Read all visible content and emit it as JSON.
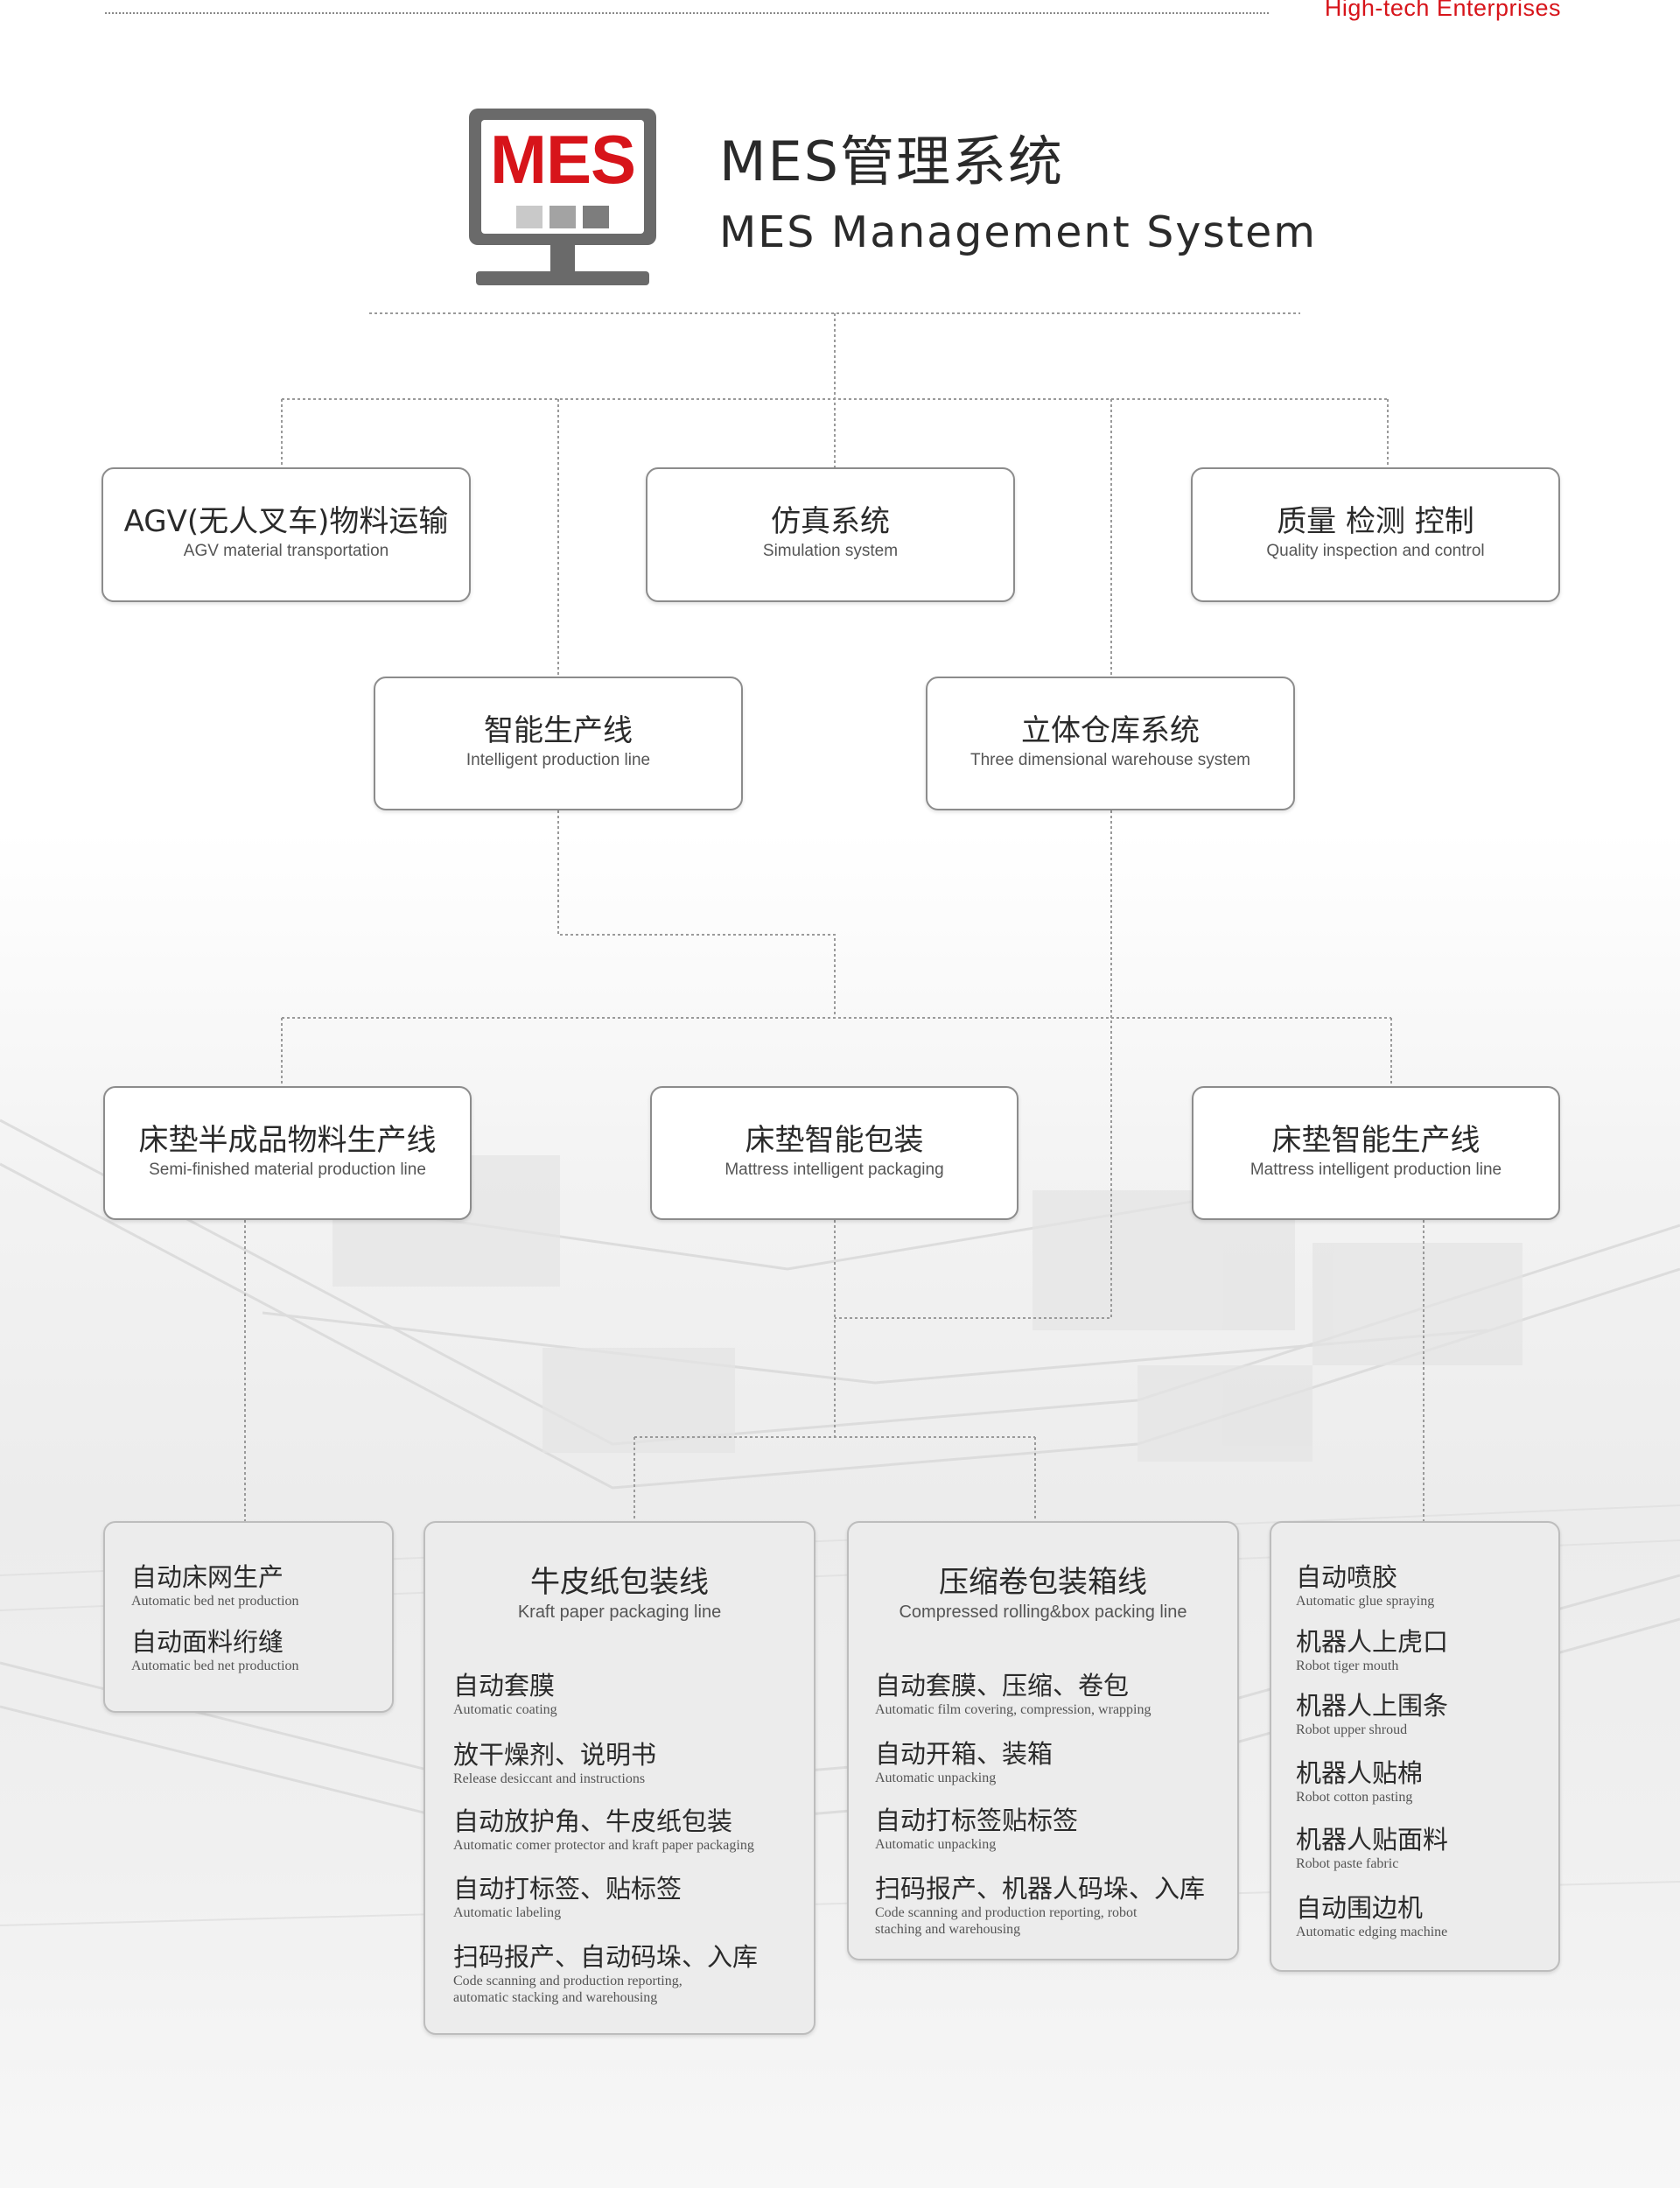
{
  "header": {
    "tagline": "High-tech  Enterprises"
  },
  "mes": {
    "logo_text": "MES",
    "title_zh": "MES管理系统",
    "title_en": "MES Management System",
    "colors": {
      "accent": "#d7141a",
      "monitor": "#6a6a6a",
      "squares": [
        "#c9c9c9",
        "#a3a3a3",
        "#7d7d7d"
      ]
    }
  },
  "tier1": {
    "agv": {
      "zh": "AGV(无人叉车)物料运输",
      "en": "AGV  material transportation"
    },
    "sim": {
      "zh": "仿真系统",
      "en": "Simulation system"
    },
    "quality": {
      "zh": "质量 检测 控制",
      "en": "Quality inspection and control"
    }
  },
  "tier2": {
    "intelligent": {
      "zh": "智能生产线",
      "en": "Intelligent production line"
    },
    "warehouse": {
      "zh": "立体仓库系统",
      "en": "Three dimensional warehouse system"
    }
  },
  "tier3": {
    "semi": {
      "zh": "床垫半成品物料生产线",
      "en": "Semi-finished material production line"
    },
    "packaging": {
      "zh": "床垫智能包装",
      "en": "Mattress intelligent packaging"
    },
    "production": {
      "zh": "床垫智能生产线",
      "en": "Mattress intelligent production line"
    }
  },
  "panels": {
    "bednet": {
      "items": [
        {
          "zh": "自动床网生产",
          "en": "Automatic bed net production"
        },
        {
          "zh": "自动面料绗缝",
          "en": "Automatic bed net production"
        }
      ]
    },
    "kraft": {
      "title_zh": "牛皮纸包装线",
      "title_en": "Kraft paper packaging line",
      "items": [
        {
          "zh": "自动套膜",
          "en": "Automatic coating"
        },
        {
          "zh": "放干燥剂、说明书",
          "en": "Release desiccant and instructions"
        },
        {
          "zh": "自动放护角、牛皮纸包装",
          "en": "Automatic comer protector and kraft paper packaging"
        },
        {
          "zh": "自动打标签、贴标签",
          "en": "Automatic labeling"
        },
        {
          "zh": "扫码报产、自动码垛、入库",
          "en": "Code scanning and production reporting,",
          "en2": "automatic stacking and warehousing"
        }
      ]
    },
    "compress": {
      "title_zh": "压缩卷包装箱线",
      "title_en": "Compressed rolling&box packing line",
      "items": [
        {
          "zh": "自动套膜、压缩、卷包",
          "en": "Automatic film covering, compression, wrapping"
        },
        {
          "zh": "自动开箱、装箱",
          "en": "Automatic unpacking"
        },
        {
          "zh": "自动打标签贴标签",
          "en": "Automatic unpacking"
        },
        {
          "zh": "扫码报产、机器人码垛、入库",
          "en": "Code scanning and production reporting, robot",
          "en2": "staching and warehousing"
        }
      ]
    },
    "robot": {
      "items": [
        {
          "zh": "自动喷胶",
          "en": "Automatic glue spraying"
        },
        {
          "zh": "机器人上虎口",
          "en": "Robot tiger mouth"
        },
        {
          "zh": "机器人上围条",
          "en": "Robot upper shroud"
        },
        {
          "zh": "机器人贴棉",
          "en": "Robot cotton pasting"
        },
        {
          "zh": "机器人贴面料",
          "en": "Robot paste fabric"
        },
        {
          "zh": "自动围边机",
          "en": "Automatic edging machine"
        }
      ]
    }
  }
}
